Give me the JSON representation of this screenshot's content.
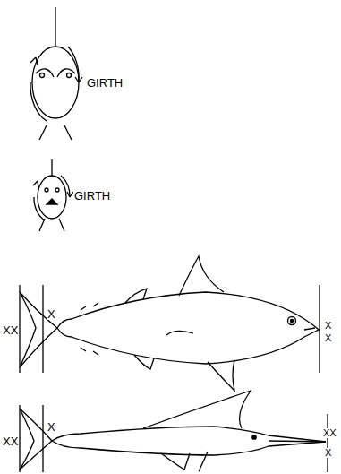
{
  "diagram": {
    "labels": [
      "GIRTH",
      "GIRTH",
      "XX",
      "X",
      "X",
      "X",
      "XX",
      "X",
      "XX",
      "X"
    ]
  }
}
